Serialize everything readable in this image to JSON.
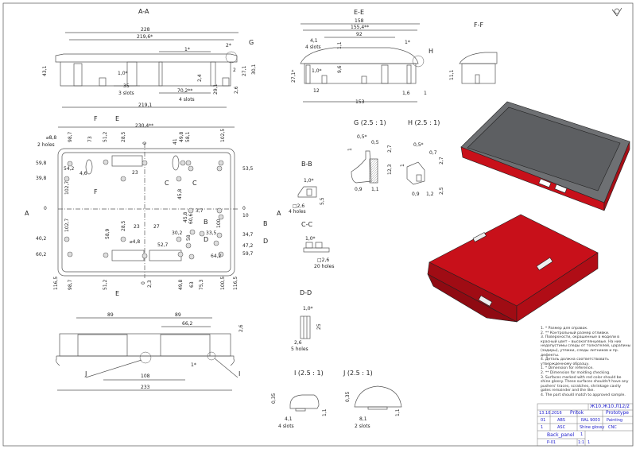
{
  "views": {
    "aa": {
      "title": "A-A",
      "dims": [
        "228",
        "219,6*",
        "43,1",
        "1,0*",
        "35",
        "3 slots",
        "70,2**",
        "4 slots",
        "219,1",
        "1*",
        "2*",
        "G",
        "2,4",
        "29,1",
        "2",
        "27,1",
        "30,1",
        "2,6"
      ]
    },
    "ee": {
      "title": "E-E",
      "dims": [
        "158",
        "155,4**",
        "92",
        "4,1",
        "4 slots",
        "1,1",
        "1*",
        "H",
        "9,6",
        "27,1*",
        "1,0*",
        "12",
        "1,6",
        "1",
        "153"
      ]
    },
    "ff": {
      "title": "F-F",
      "dims": [
        "11,1"
      ]
    },
    "plan": {
      "dims": [
        "⌀8,8",
        "2 holes",
        "230,4**",
        "98,7",
        "73",
        "51,2",
        "28,5",
        "0",
        "41",
        "49,8",
        "58,1",
        "102,5",
        "59,8",
        "54,2",
        "4,6",
        "23",
        "39,8",
        "102,7",
        "0",
        "102,7",
        "40,2",
        "60,2",
        "53,5",
        "0",
        "10",
        "34,7",
        "47,2",
        "59,7",
        "116,5",
        "98,7",
        "51,2",
        "0",
        "2,3",
        "49,8",
        "63",
        "75,3",
        "100,5",
        "116,5",
        "45,8",
        "3,7",
        "58,9",
        "28,5",
        "23",
        "27",
        "30,2",
        "45,8",
        "60,6",
        "100",
        "33,5",
        "58",
        "52,7",
        "⌀4,8",
        "64,2"
      ],
      "markers": [
        "F",
        "E",
        "F",
        "E",
        "C",
        "C",
        "B",
        "D",
        "B",
        "A",
        "D",
        "A"
      ]
    },
    "bb": {
      "title": "B-B",
      "dims": [
        "1,0*",
        "□2,6",
        "4 holes",
        "5,5"
      ]
    },
    "cc": {
      "title": "C-C",
      "dims": [
        "1,0*",
        "□2,6",
        "20 holes"
      ]
    },
    "dd": {
      "title": "D-D",
      "dims": [
        "1,0*",
        "25",
        "2,6",
        "5 holes"
      ]
    },
    "g": {
      "title": "G (2.5 : 1)",
      "dims": [
        "0,5*",
        "0,5",
        "2,7",
        "12,3",
        "0,9",
        "1,1",
        "1"
      ]
    },
    "h": {
      "title": "H (2.5 : 1)",
      "dims": [
        "0,5*",
        "0,7",
        "2,7",
        "2,5",
        "0,9",
        "1,2",
        "1"
      ]
    },
    "bottom": {
      "dims": [
        "89",
        "89",
        "66,2",
        "2,6",
        "J",
        "108",
        "1*",
        "I",
        "233"
      ]
    },
    "i": {
      "title": "I (2.5 : 1)",
      "dims": [
        "0,35",
        "1,1",
        "4,1",
        "4 slots"
      ]
    },
    "j": {
      "title": "J (2.5 : 1)",
      "dims": [
        "0,35",
        "1,1",
        "8,1",
        "2 slots"
      ]
    }
  },
  "notes": {
    "ru": [
      "1.  * Размер для справок.",
      "2.  ** Контрольный размер отливки.",
      "3.  Поверхности, окрашенные в модели в красный цвет – высокоглянцевые. На них недопустимы следы от толкателей, царапины (задиры), утяжки, следы литников и пр. дефекты.",
      "4.  Деталь должна соответствовать утвержденному образцу."
    ],
    "en": [
      "1. * Dimension for reference.",
      "2. ** Dimension for molding checking.",
      "3. Surfaces marked with red color should be shine glossy. These surfaces shouldn't have any pushers' traces, scratches, shrinkage cavity gates remainder and the like.",
      "4. The part should match to approved sample."
    ]
  },
  "title_block": {
    "code": "Ж10.Ж10.Л12/2",
    "date": "13.10.2016",
    "company": "Pritok",
    "stage": "Prototype",
    "row1": [
      "01",
      "ABS",
      "RAL 9003",
      "Painting"
    ],
    "row2": [
      "1",
      "ASC",
      "Shine glossy",
      "CNC"
    ],
    "name": "Back_panel",
    "sheet": "1",
    "number": "P-01",
    "scale": "1:1",
    "sheets": "1"
  },
  "colors": {
    "line": "#444444",
    "part_red": "#c8101a",
    "part_gray": "#6e7073",
    "text_blue": "#1a1acc"
  }
}
